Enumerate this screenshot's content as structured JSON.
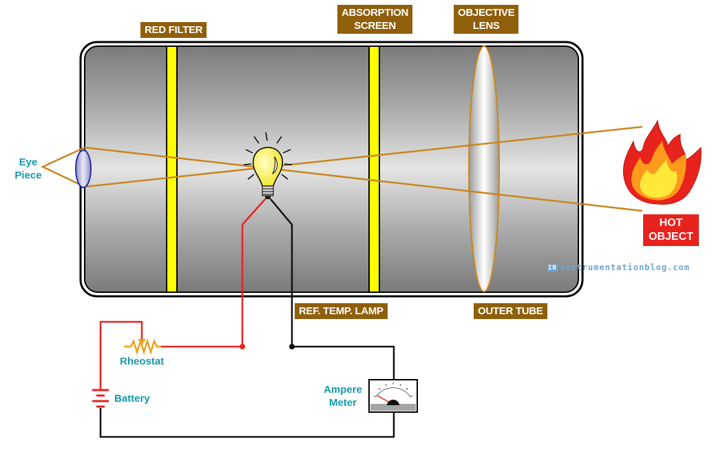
{
  "labels": {
    "red_filter": "RED FILTER",
    "absorption_screen": "ABSORPTION\nSCREEN",
    "objective_lens": "OBJECTIVE\nLENS",
    "hot_object": "HOT\nOBJECT",
    "ref_temp_lamp": "REF. TEMP. LAMP",
    "outer_tube": "OUTER TUBE",
    "eye_piece": "Eye\nPiece",
    "rheostat": "Rheostat",
    "battery": "Battery",
    "ampere_meter": "Ampere\nMeter"
  },
  "watermark": {
    "logo": "IB",
    "text": "instrumentationblog.com"
  },
  "colors": {
    "label_bg": "#8f5f0b",
    "hot_object_bg": "#e8221d",
    "teal_text": "#139aa6",
    "filter_yellow": "#ffff00",
    "ray": "#c8861c",
    "wire_red": "#e8221d",
    "wire_black": "#111111"
  }
}
